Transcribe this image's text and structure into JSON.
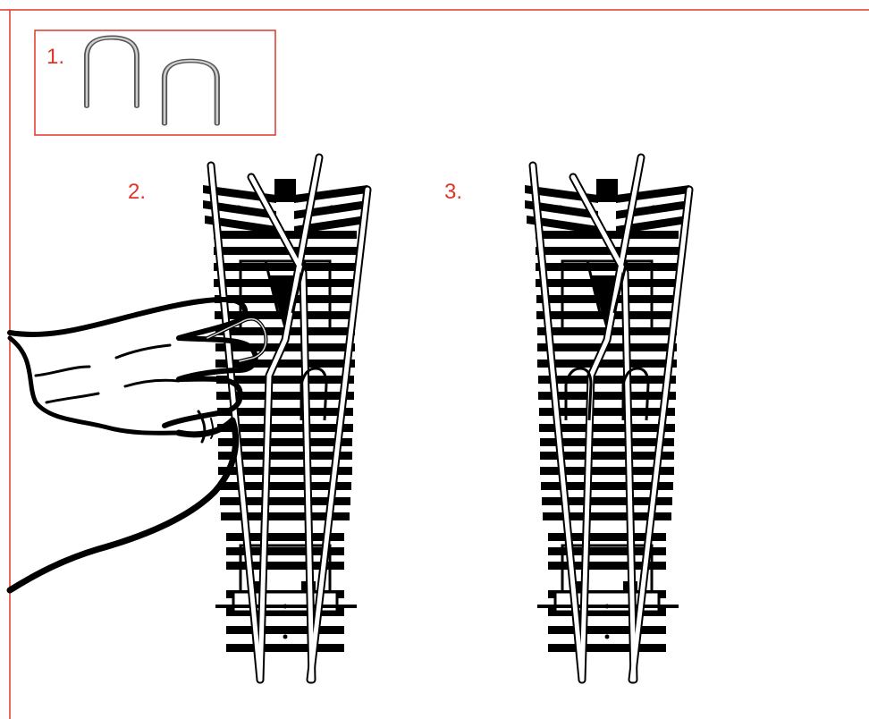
{
  "colors": {
    "accent": "#e0352b",
    "ink": "#000000",
    "rail_fill": "#ffffff",
    "clip_metal": "#9a9a9a"
  },
  "steps": [
    {
      "label": "1.",
      "content": "rail-clip-pair"
    },
    {
      "label": "2.",
      "content": "hand-inserting-clip-into-y-point"
    },
    {
      "label": "3.",
      "content": "y-point-with-clips-fitted"
    }
  ]
}
